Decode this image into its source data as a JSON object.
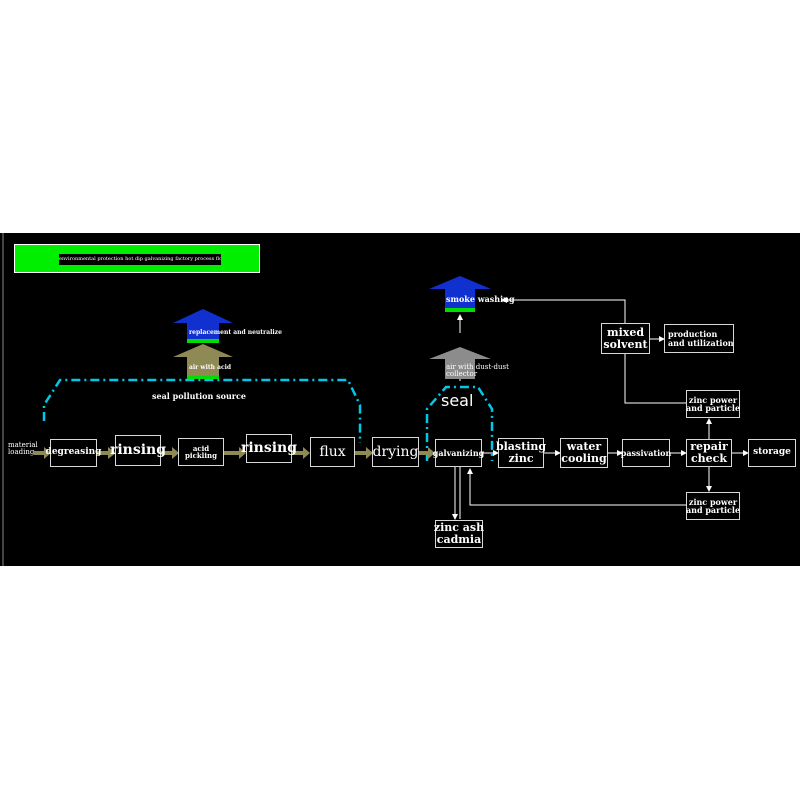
{
  "title": "environmental protection hot dip galvanizing factory process flow diagram",
  "colors": {
    "background": "#000000",
    "banner": "#00ee00",
    "arrow_flow": "#8f8a55",
    "seal_line": "#00c8e8",
    "exhaust_blue": "#1030d0",
    "exhaust_olive": "#8f8a55",
    "exhaust_grey": "#8c8c8c",
    "exhaust_green": "#00dd00"
  },
  "labels": {
    "material_loading": "material\nloading",
    "seal_pollution_source": "seal pollution source",
    "seal": "seal",
    "replacement": "replacement and neutralize",
    "air_with_acid": "air with acid",
    "air_dust": "air with dust-dust\ncollector",
    "smoke_washing": "smoke washing"
  },
  "boxes": {
    "degreasing": "degreasing",
    "rinsing1": "rinsing",
    "acid_pickling": "acid pickling",
    "rinsing2": "rinsing",
    "flux": "flux",
    "drying": "drying",
    "galvanizing": "galvanizing",
    "blasting_zinc": "blasting\nzinc",
    "water_cooling": "water\ncooling",
    "passivation": "passivation",
    "repair_check": "repair\ncheck",
    "storage": "storage",
    "zinc_ash": "zinc ash\ncadmia",
    "mixed_solvent": "mixed\nsolvent",
    "production": "production\nand utilization",
    "zinc_power_top": "zinc power\nand particle",
    "zinc_power_bottom": "zinc power\nand particle"
  },
  "icons": {
    "flow_arrow": "thick-right-arrow",
    "exhaust": "exhaust-up-arrow"
  }
}
